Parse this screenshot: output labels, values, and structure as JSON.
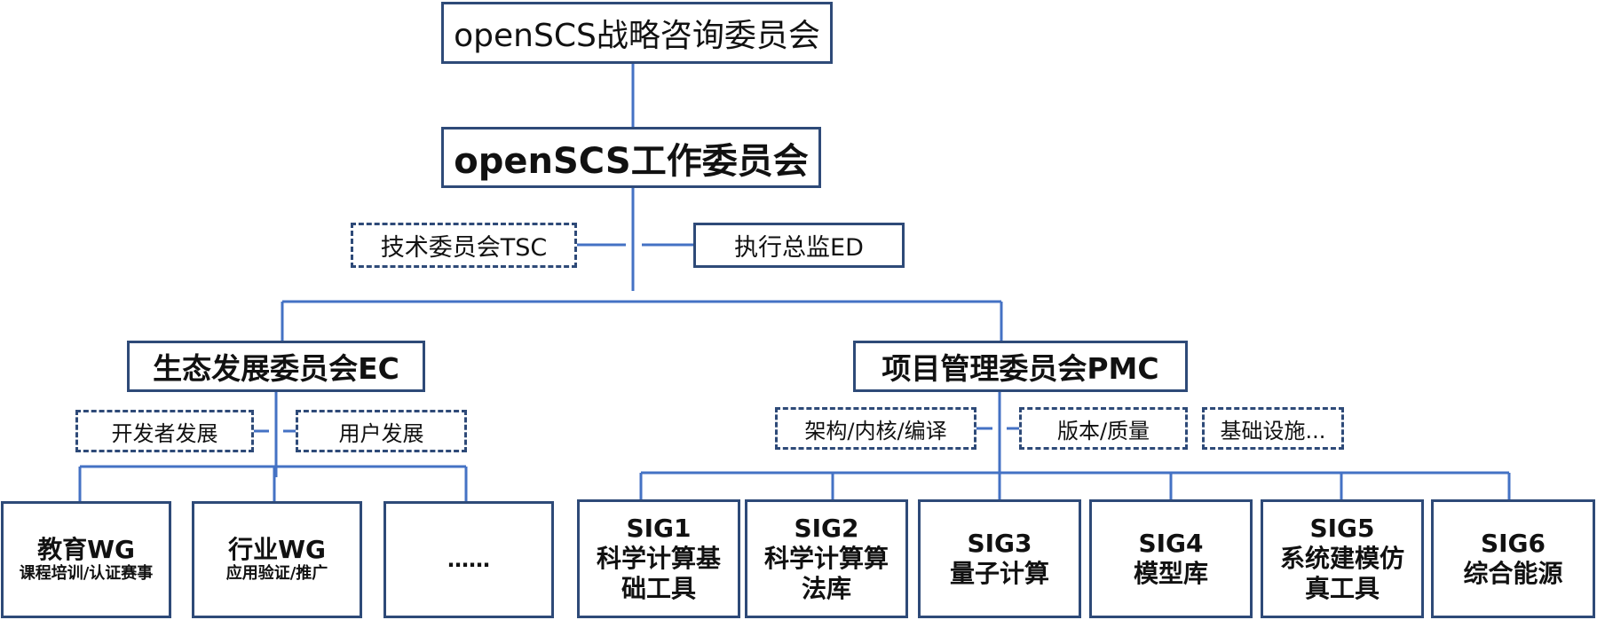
{
  "strategy": "openSCS战略咨询委员会",
  "work_committee": "openSCS工作委员会",
  "tsc": "技术委员会TSC",
  "ed": "执行总监ED",
  "ec": {
    "title": "生态发展委员会EC",
    "groups": [
      "开发者发展",
      "用户发展"
    ],
    "wgs": [
      {
        "title": "教育WG",
        "sub": "课程培训/认证赛事"
      },
      {
        "title": "行业WG",
        "sub": "应用验证/推广"
      },
      {
        "title": "……",
        "sub": ""
      }
    ]
  },
  "pmc": {
    "title": "项目管理委员会PMC",
    "groups": [
      "架构/内核/编译",
      "版本/质量",
      "基础设施..."
    ],
    "sigs": [
      {
        "id": "SIG1",
        "name": "科学计算基础工具"
      },
      {
        "id": "SIG2",
        "name": "科学计算算法库"
      },
      {
        "id": "SIG3",
        "name": "量子计算"
      },
      {
        "id": "SIG4",
        "name": "模型库"
      },
      {
        "id": "SIG5",
        "name": "系统建模仿真工具"
      },
      {
        "id": "SIG6",
        "name": "综合能源"
      }
    ]
  },
  "colors": {
    "border": "#2e4a78",
    "connector": "#4472c4"
  }
}
